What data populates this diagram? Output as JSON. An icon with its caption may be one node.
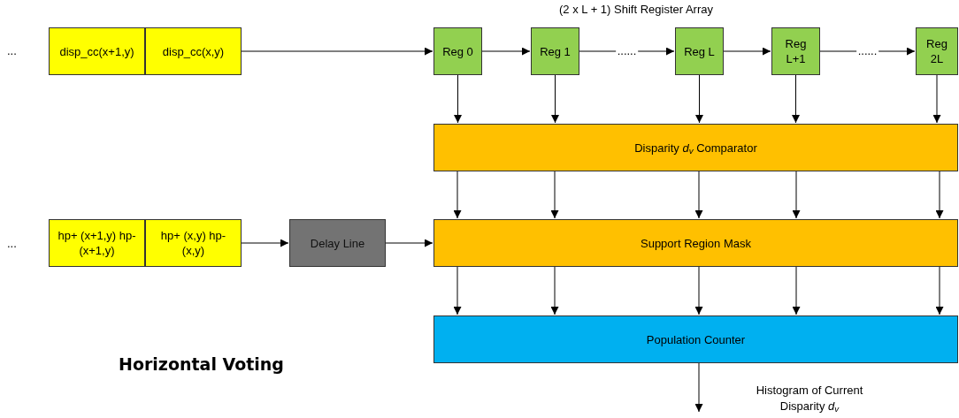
{
  "diagram": {
    "title": "Horizontal Voting",
    "nodes": [
      {
        "text": [
          "disp_cc(x+1,y)"
        ]
      },
      {
        "text": [
          "disp_cc(x,y)"
        ]
      },
      {
        "text": [
          "Reg 0"
        ]
      },
      {
        "text": [
          "Reg 1"
        ]
      },
      {
        "text": [
          "Reg L"
        ]
      },
      {
        "text": [
          "Reg L+1"
        ]
      },
      {
        "text": [
          "Reg 2L"
        ]
      },
      {
        "text": [
          "Disparity *d*$_{v}$ Comparator"
        ]
      },
      {
        "text": [
          "hp+ (x+1,y) hp- (x+1,y)"
        ]
      },
      {
        "text": [
          "hp+ (x,y) hp- (x,y)"
        ]
      },
      {
        "text": [
          "Delay Line"
        ]
      },
      {
        "text": [
          "Support Region Mask"
        ]
      },
      {
        "text": [
          "Population Counter"
        ]
      }
    ],
    "edges": [
      {
        "from": 1,
        "to": 2,
        "arrow": "to"
      },
      {
        "from": 2,
        "to": 3,
        "arrow": "to"
      },
      {
        "from": 3,
        "to": 4,
        "arrow": "to",
        "label": "......"
      },
      {
        "from": 4,
        "to": 5,
        "arrow": "to"
      },
      {
        "from": 5,
        "to": 6,
        "arrow": "to",
        "label": "......"
      },
      {
        "from": 2,
        "to": 7,
        "arrow": "to"
      },
      {
        "from": 3,
        "to": 7,
        "arrow": "to"
      },
      {
        "from": 4,
        "to": 7,
        "arrow": "to"
      },
      {
        "from": 5,
        "to": 7,
        "arrow": "to"
      },
      {
        "from": 6,
        "to": 7,
        "arrow": "to"
      },
      {
        "from": 7,
        "to": 11,
        "arrow": "to"
      },
      {
        "from": 7,
        "to": 11,
        "arrow": "to"
      },
      {
        "from": 7,
        "to": 11,
        "arrow": "to"
      },
      {
        "from": 7,
        "to": 11,
        "arrow": "to"
      },
      {
        "from": 7,
        "to": 11,
        "arrow": "to"
      },
      {
        "from": 9,
        "to": 10,
        "arrow": "to"
      },
      {
        "from": 10,
        "to": 11,
        "arrow": "to"
      },
      {
        "from": 11,
        "to": 12,
        "arrow": "to"
      },
      {
        "from": 11,
        "to": 12,
        "arrow": "to"
      },
      {
        "from": 11,
        "to": 12,
        "arrow": "to"
      },
      {
        "from": 11,
        "to": 12,
        "arrow": "to"
      },
      {
        "from": 11,
        "to": 12,
        "arrow": "to"
      },
      {
        "from": 12,
        "to": null,
        "arrow": "to",
        "label": "Histogram of Current Disparity *d*$_{v}$"
      }
    ],
    "labels": [
      "(2 x L + 1) Shift Register Array",
      "...",
      "..."
    ]
  }
}
